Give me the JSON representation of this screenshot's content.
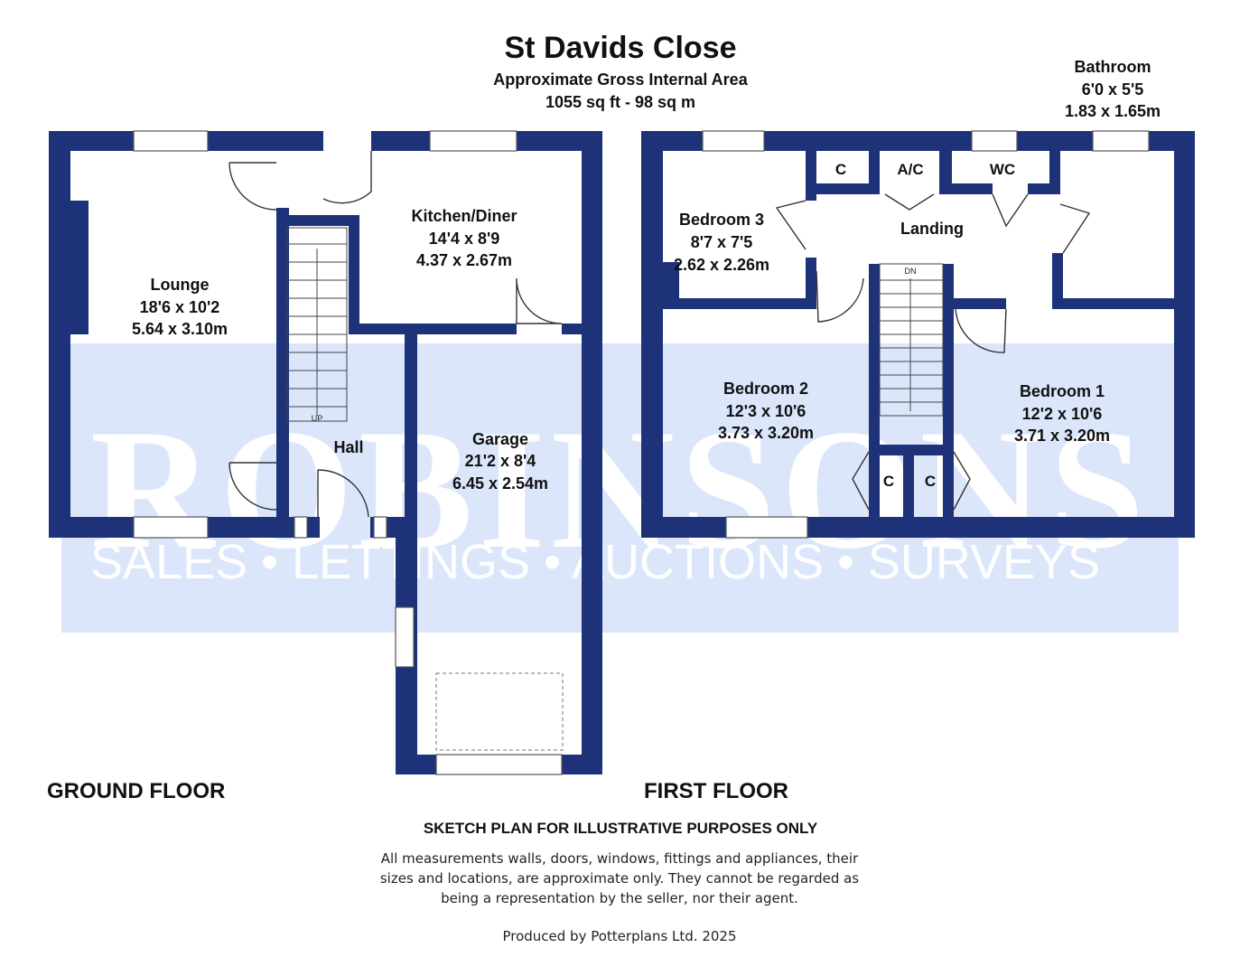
{
  "header": {
    "title": "St Davids Close",
    "area_label": "Approximate Gross Internal Area",
    "area_value": "1055 sq ft - 98 sq m"
  },
  "watermark": {
    "brand": "ROBINSONS",
    "tagline": "SALES • LETTINGS • AUCTIONS • SURVEYS",
    "color": "#dbe6fb"
  },
  "colors": {
    "wall": "#1d3278"
  },
  "ground_floor": {
    "label": "GROUND FLOOR",
    "rooms": {
      "lounge": {
        "name": "Lounge",
        "imperial": "18'6 x 10'2",
        "metric": "5.64 x 3.10m"
      },
      "kitchen": {
        "name": "Kitchen/Diner",
        "imperial": "14'4 x 8'9",
        "metric": "4.37 x 2.67m"
      },
      "hall": {
        "name": "Hall"
      },
      "garage": {
        "name": "Garage",
        "imperial": "21'2 x 8'4",
        "metric": "6.45 x 2.54m"
      }
    },
    "stairs_label": "UP"
  },
  "first_floor": {
    "label": "FIRST FLOOR",
    "rooms": {
      "bathroom": {
        "name": "Bathroom",
        "imperial": "6'0 x 5'5",
        "metric": "1.83 x 1.65m"
      },
      "bedroom3": {
        "name": "Bedroom 3",
        "imperial": "8'7 x 7'5",
        "metric": "2.62 x 2.26m"
      },
      "bedroom2": {
        "name": "Bedroom 2",
        "imperial": "12'3 x 10'6",
        "metric": "3.73 x 3.20m"
      },
      "bedroom1": {
        "name": "Bedroom 1",
        "imperial": "12'2 x 10'6",
        "metric": "3.71 x 3.20m"
      },
      "landing": {
        "name": "Landing"
      },
      "cupboard_top": {
        "name": "C"
      },
      "airing_cupboard": {
        "name": "A/C"
      },
      "wc": {
        "name": "WC"
      },
      "cupboard_left": {
        "name": "C"
      },
      "cupboard_right": {
        "name": "C"
      }
    },
    "stairs_label": "DN"
  },
  "footer": {
    "disclaimer_heading": "SKETCH PLAN FOR ILLUSTRATIVE PURPOSES ONLY",
    "disclaimer_line1": "All measurements walls, doors, windows, fittings and appliances, their",
    "disclaimer_line2": "sizes and locations, are approximate only. They cannot be regarded as",
    "disclaimer_line3": "being a representation by the seller, nor their agent.",
    "producer": "Produced by Potterplans Ltd. 2025"
  }
}
